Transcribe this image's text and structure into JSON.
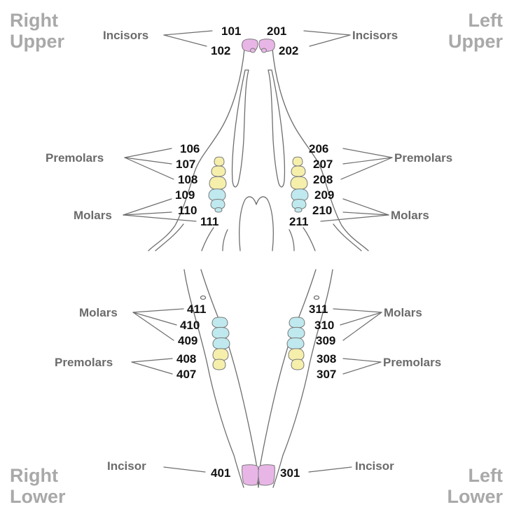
{
  "quadrants": {
    "right_upper": [
      "Right",
      "Upper"
    ],
    "left_upper": [
      "Left",
      "Upper"
    ],
    "right_lower": [
      "Right",
      "Lower"
    ],
    "left_lower": [
      "Left",
      "Lower"
    ]
  },
  "labels": {
    "incisors": "Incisors",
    "incisor": "Incisor",
    "premolars": "Premolars",
    "molars": "Molars"
  },
  "teeth": {
    "upper_right": [
      "101",
      "102",
      "106",
      "107",
      "108",
      "109",
      "110",
      "111"
    ],
    "upper_left": [
      "201",
      "202",
      "206",
      "207",
      "208",
      "209",
      "210",
      "211"
    ],
    "lower_left": [
      "301",
      "307",
      "308",
      "309",
      "310",
      "311"
    ],
    "lower_right": [
      "401",
      "407",
      "408",
      "409",
      "410",
      "411"
    ]
  },
  "colors": {
    "incisor": "#e8b6e6",
    "premolar": "#f6efac",
    "molar": "#bfe9ee",
    "quadrant_text": "#a9a9a9",
    "label_text": "#6b6b6b",
    "number_text": "#111111",
    "outline": "#6e6e6e"
  }
}
